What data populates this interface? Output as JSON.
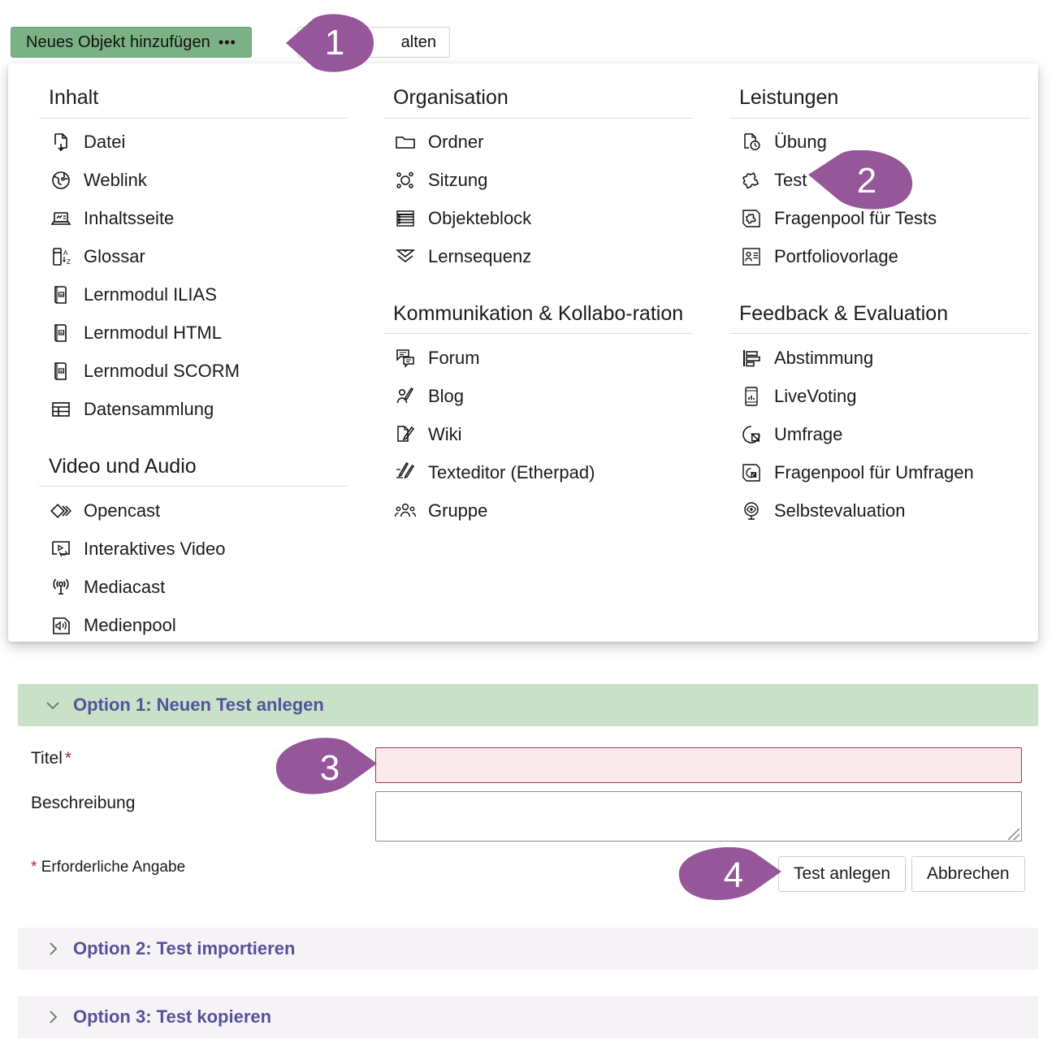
{
  "toolbar": {
    "add_button_label": "Neues Objekt hinzufügen",
    "add_button_dots": "•••",
    "manage_button_label": "alten"
  },
  "dropdown": {
    "columns": [
      {
        "groups": [
          {
            "title": "Inhalt",
            "items": [
              {
                "label": "Datei",
                "icon": "file-download-icon"
              },
              {
                "label": "Weblink",
                "icon": "globe-icon"
              },
              {
                "label": "Inhaltsseite",
                "icon": "content-page-icon"
              },
              {
                "label": "Glossar",
                "icon": "glossary-az-icon"
              },
              {
                "label": "Lernmodul ILIAS",
                "icon": "learning-module-icon"
              },
              {
                "label": "Lernmodul HTML",
                "icon": "learning-module-icon"
              },
              {
                "label": "Lernmodul SCORM",
                "icon": "learning-module-icon"
              },
              {
                "label": "Datensammlung",
                "icon": "table-icon"
              }
            ]
          },
          {
            "title": "Video und Audio",
            "items": [
              {
                "label": "Opencast",
                "icon": "opencast-diamond-icon"
              },
              {
                "label": "Interaktives Video",
                "icon": "interactive-video-icon"
              },
              {
                "label": "Mediacast",
                "icon": "broadcast-icon"
              },
              {
                "label": "Medienpool",
                "icon": "speaker-icon"
              }
            ]
          }
        ]
      },
      {
        "groups": [
          {
            "title": "Organisation",
            "items": [
              {
                "label": "Ordner",
                "icon": "folder-icon"
              },
              {
                "label": "Sitzung",
                "icon": "session-nodes-icon"
              },
              {
                "label": "Objekteblock",
                "icon": "object-block-icon"
              },
              {
                "label": "Lernsequenz",
                "icon": "learning-sequence-icon"
              }
            ]
          },
          {
            "title": "Kommunikation & Kollabo-ration",
            "items": [
              {
                "label": "Forum",
                "icon": "forum-icon"
              },
              {
                "label": "Blog",
                "icon": "blog-icon"
              },
              {
                "label": "Wiki",
                "icon": "wiki-icon"
              },
              {
                "label": "Texteditor (Etherpad)",
                "icon": "etherpad-icon"
              },
              {
                "label": "Gruppe",
                "icon": "group-icon"
              }
            ]
          }
        ]
      },
      {
        "groups": [
          {
            "title": "Leistungen",
            "items": [
              {
                "label": "Übung",
                "icon": "exercise-clock-icon"
              },
              {
                "label": "Test",
                "icon": "puzzle-icon"
              },
              {
                "label": "Fragenpool für Tests",
                "icon": "question-pool-icon"
              },
              {
                "label": "Portfoliovorlage",
                "icon": "portfolio-template-icon"
              }
            ]
          },
          {
            "title": "Feedback & Evaluation",
            "items": [
              {
                "label": "Abstimmung",
                "icon": "poll-bars-icon"
              },
              {
                "label": "LiveVoting",
                "icon": "mobile-chart-icon"
              },
              {
                "label": "Umfrage",
                "icon": "pie-chart-icon"
              },
              {
                "label": "Fragenpool für Umfragen",
                "icon": "survey-pool-icon"
              },
              {
                "label": "Selbstevaluation",
                "icon": "eye-evaluation-icon"
              }
            ]
          }
        ]
      }
    ]
  },
  "badges": [
    {
      "number": "1"
    },
    {
      "number": "2"
    },
    {
      "number": "3"
    },
    {
      "number": "4"
    }
  ],
  "options": {
    "option1": {
      "title": "Option 1: Neuen Test anlegen",
      "state": "expanded"
    },
    "option2": {
      "title": "Option 2: Test importieren",
      "state": "collapsed"
    },
    "option3": {
      "title": "Option 3: Test kopieren",
      "state": "collapsed"
    }
  },
  "form": {
    "title_label": "Titel",
    "required_marker": "*",
    "title_value": "",
    "description_label": "Beschreibung",
    "description_value": "",
    "required_note": "Erforderliche Angabe",
    "required_note_star": "*",
    "submit_label": "Test anlegen",
    "cancel_label": "Abbrechen"
  },
  "colors": {
    "accent_green": "#7bb184",
    "badge_purple": "#96579a",
    "option_header_green": "#c9e1c8",
    "option_header_grey": "#f5f3f6",
    "option_title_text": "#56529a",
    "error_border": "#a0384a",
    "error_background": "#fbeaec"
  }
}
